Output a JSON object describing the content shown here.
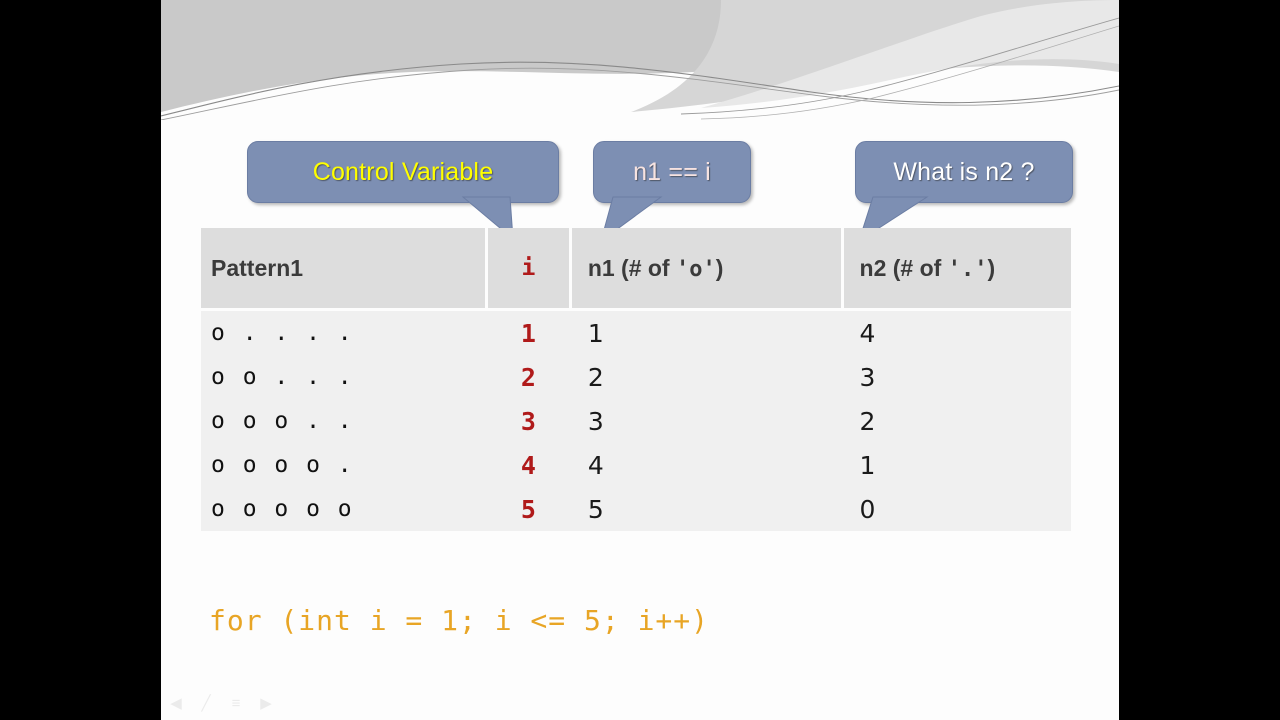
{
  "slide": {
    "theme_accent": "#7d8fb3",
    "background": "#fdfdfd",
    "letterbox_color": "#000000"
  },
  "callouts": [
    {
      "id": "control-variable",
      "label": "Control Variable",
      "text_color": "#ffff00",
      "points_to": "i-column-header"
    },
    {
      "id": "n1-equals-i",
      "label": "n1 == i",
      "text_color": "#f7e3e1",
      "points_to": "n1-column-header"
    },
    {
      "id": "what-is-n2",
      "label": "What is n2 ?",
      "text_color": "#ffffff",
      "points_to": "n2-column-header"
    }
  ],
  "table": {
    "headers": {
      "pattern": "Pattern1",
      "i": "i",
      "n1_prefix": "n1 (# of ",
      "n1_quoted": "'o'",
      "n1_suffix": ")",
      "n2_prefix": "n2 (# of ",
      "n2_quoted": "'.'",
      "n2_suffix": ")"
    },
    "rows": [
      {
        "pattern": "o . . . .",
        "i": "1",
        "n1": "1",
        "n2": "4"
      },
      {
        "pattern": "o o . . .",
        "i": "2",
        "n1": "2",
        "n2": "3"
      },
      {
        "pattern": "o o o . .",
        "i": "3",
        "n1": "3",
        "n2": "2"
      },
      {
        "pattern": "o o o o .",
        "i": "4",
        "n1": "4",
        "n2": "1"
      },
      {
        "pattern": "o o o o o",
        "i": "5",
        "n1": "5",
        "n2": "0"
      }
    ]
  },
  "code": {
    "line": "for (int i = 1; i <= 5; i++)",
    "color": "#e8a525"
  },
  "slideshow_controls": [
    {
      "name": "previous-slide-icon",
      "glyph": "◀"
    },
    {
      "name": "pen-icon",
      "glyph": "╱"
    },
    {
      "name": "menu-icon",
      "glyph": "≡"
    },
    {
      "name": "next-slide-icon",
      "glyph": "▶"
    }
  ]
}
